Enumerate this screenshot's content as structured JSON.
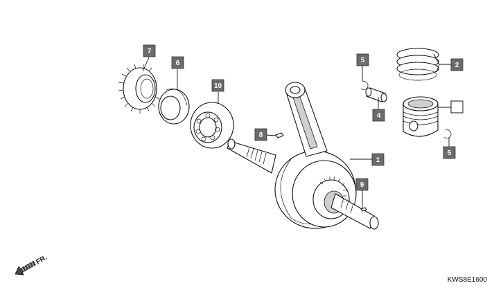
{
  "callouts": [
    {
      "id": "part-7",
      "label": "7"
    },
    {
      "id": "part-6",
      "label": "6"
    },
    {
      "id": "part-10",
      "label": "10"
    },
    {
      "id": "part-8",
      "label": "8"
    },
    {
      "id": "part-5a",
      "label": "5"
    },
    {
      "id": "part-4",
      "label": "4"
    },
    {
      "id": "part-2",
      "label": "2"
    },
    {
      "id": "part-3",
      "label": ""
    },
    {
      "id": "part-5b",
      "label": "5"
    },
    {
      "id": "part-1",
      "label": "1"
    },
    {
      "id": "part-9",
      "label": "9"
    }
  ],
  "direction_label": "FR.",
  "diagram_code": "KWS8E1600",
  "icons": {
    "direction": "forward-arrow-icon"
  }
}
